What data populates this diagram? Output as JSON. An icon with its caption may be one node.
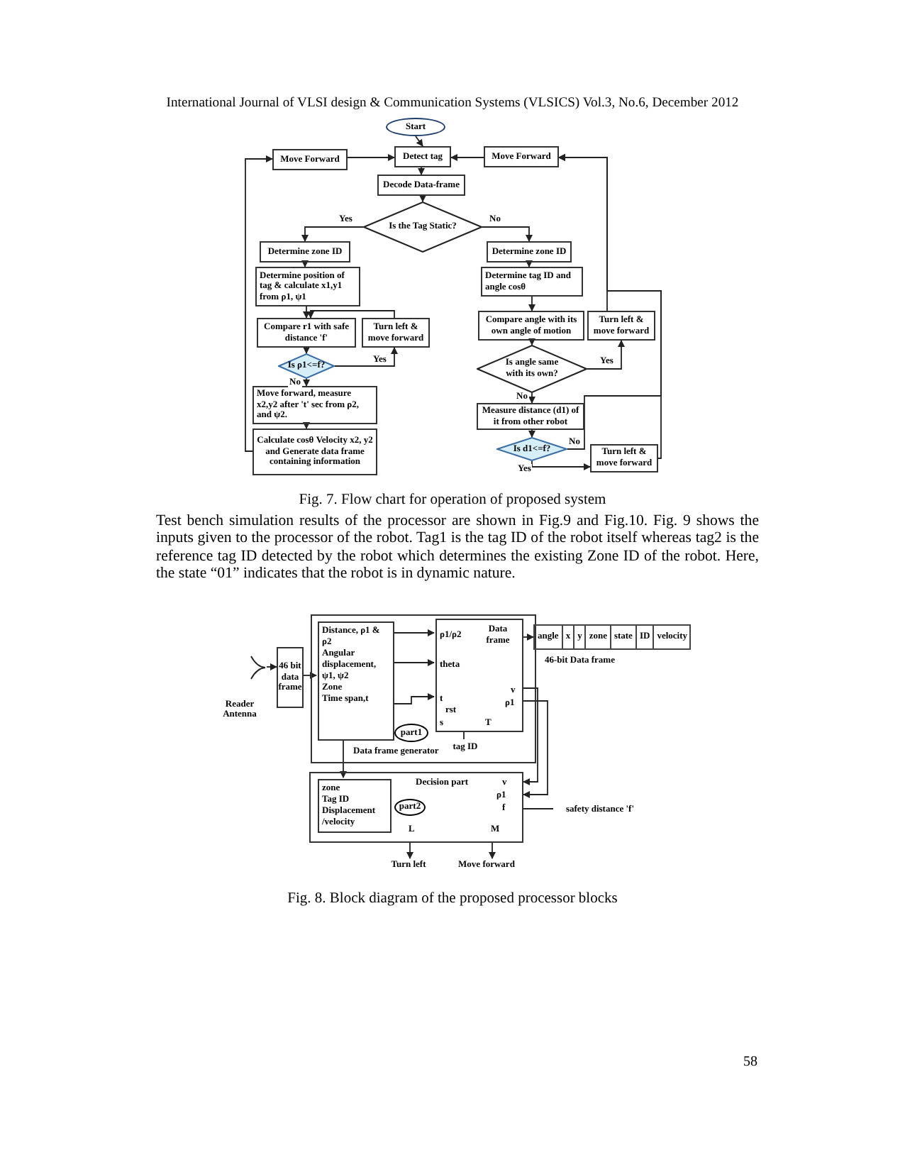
{
  "diagram": {
    "nodes": [
      {
        "text": [
          "Start"
        ]
      },
      {
        "text": [
          "Detect tag"
        ]
      },
      {
        "text": [
          "Move Forward"
        ]
      },
      {
        "text": [
          "Move Forward"
        ]
      },
      {
        "text": [
          "Decode Data-frame"
        ]
      },
      {
        "text": [
          "Is the Tag Static?"
        ]
      },
      {
        "text": [
          "Determine zone ID"
        ]
      },
      {
        "text": [
          "Determine zone ID"
        ]
      },
      {
        "text": [
          "Determine position of tag & calculate x1,y1 from ρ1, ψ1"
        ]
      },
      {
        "text": [
          "Determine tag ID and angle cosθ"
        ]
      },
      {
        "text": [
          "Compare r1 with safe distance 'f'"
        ]
      },
      {
        "text": [
          "Turn left & move forward"
        ]
      },
      {
        "text": [
          "Is ρ1<=f?"
        ]
      },
      {
        "text": [
          "Move forward, measure x2,y2 after 't' sec from ρ2, and ψ2."
        ]
      },
      {
        "text": [
          "Calculate cosθ Velocity x2, y2 and Generate data frame containing information"
        ]
      },
      {
        "text": [
          "Compare angle with its own angle of motion"
        ]
      },
      {
        "text": [
          "Turn left & move forward"
        ]
      },
      {
        "text": [
          "Is angle same with its own?"
        ]
      },
      {
        "text": [
          "Measure distance (d1) of it from other robot"
        ]
      },
      {
        "text": [
          "Is d1<=f?"
        ]
      },
      {
        "text": [
          "Turn left & move forward"
        ]
      },
      {
        "text": [
          "Data frame generator"
        ]
      },
      {
        "text": [
          "Distance, ρ1 & ρ2",
          "Angular displacement, ψ1, ψ2",
          "Zone",
          "Time span,t"
        ],
        "in": 21
      },
      {
        "text": [
          "ρ1/ρ2",
          "Data frame",
          "theta",
          "t",
          "rst",
          "s",
          "T",
          "v",
          "ρ1"
        ],
        "in": 21
      },
      {
        "text": [
          "tag ID"
        ],
        "in": 21
      },
      {
        "text": [
          "part1"
        ],
        "in": 21
      },
      {
        "text": [
          "46 bit data frame"
        ]
      },
      {
        "text": [
          "Reader Antenna"
        ]
      },
      {
        "text": [
          "Decision part",
          "v",
          "ρ1",
          "f",
          "L",
          "M"
        ]
      },
      {
        "text": [
          "zone",
          "Tag ID",
          "Displacement /velocity"
        ],
        "in": 28
      },
      {
        "text": [
          "part2"
        ],
        "in": 28
      },
      {
        "text": [
          "Turn left"
        ]
      },
      {
        "text": [
          "Move forward"
        ]
      },
      {
        "text": [
          "angle",
          "x",
          "y",
          "zone",
          "state",
          "ID",
          "velocity"
        ],
        "beside": [
          "46-bit Data frame"
        ]
      },
      {
        "text": [
          "safety distance 'f'"
        ]
      }
    ],
    "edges": [
      {
        "from": 0,
        "to": 1,
        "arrow": "to"
      },
      {
        "from": 1,
        "to": 4,
        "arrow": "to"
      },
      {
        "from": 4,
        "to": 5,
        "arrow": "to"
      },
      {
        "from": 5,
        "to": 6,
        "arrow": "to",
        "label": "Yes"
      },
      {
        "from": 5,
        "to": 7,
        "arrow": "to",
        "label": "No"
      },
      {
        "from": 6,
        "to": 8,
        "arrow": "to"
      },
      {
        "from": 7,
        "to": 9,
        "arrow": "to"
      },
      {
        "from": 8,
        "to": 10,
        "arrow": "to"
      },
      {
        "from": 10,
        "to": 12,
        "arrow": "to"
      },
      {
        "from": 12,
        "to": 11,
        "arrow": "to",
        "label": "Yes"
      },
      {
        "from": 11,
        "to": 10,
        "arrow": "to"
      },
      {
        "from": 12,
        "to": 13,
        "arrow": "to",
        "label": "No"
      },
      {
        "from": 13,
        "to": 14,
        "arrow": "to"
      },
      {
        "from": 14,
        "to": 2,
        "arrow": "to"
      },
      {
        "from": 2,
        "to": 1,
        "arrow": "to"
      },
      {
        "from": 3,
        "to": 1,
        "arrow": "to"
      },
      {
        "from": 9,
        "to": 15,
        "arrow": "to"
      },
      {
        "from": 15,
        "to": 17,
        "arrow": "to"
      },
      {
        "from": 17,
        "to": 16,
        "arrow": "to",
        "label": "Yes"
      },
      {
        "from": 16,
        "to": 3,
        "arrow": "to"
      },
      {
        "from": 17,
        "to": 18,
        "arrow": "to",
        "label": "No"
      },
      {
        "from": 18,
        "to": 19,
        "arrow": "to"
      },
      {
        "from": 19,
        "to": 3,
        "arrow": "to",
        "label": "No"
      },
      {
        "from": 19,
        "to": 20,
        "arrow": "to",
        "label": "Yes"
      },
      {
        "from": 20,
        "to": 3,
        "arrow": "to"
      },
      {
        "from": 27,
        "to": 26,
        "arrow": "to"
      },
      {
        "from": 26,
        "to": 22,
        "arrow": "to"
      },
      {
        "from": 22,
        "to": 23,
        "arrow": "to"
      },
      {
        "from": 22,
        "to": 23,
        "arrow": "to"
      },
      {
        "from": 22,
        "to": 23,
        "arrow": "to"
      },
      {
        "from": 23,
        "to": 24,
        "arrow": "none"
      },
      {
        "from": 22,
        "to": 29,
        "arrow": "to"
      },
      {
        "from": 28,
        "to": 31,
        "arrow": "to"
      },
      {
        "from": 28,
        "to": 32,
        "arrow": "to"
      },
      {
        "from": 23,
        "to": 33,
        "arrow": "to"
      },
      {
        "from": 23,
        "to": 28,
        "arrow": "to"
      },
      {
        "from": 23,
        "to": 28,
        "arrow": "to"
      },
      {
        "from": 34,
        "to": 28,
        "arrow": "none"
      }
    ],
    "labels": [
      "International Journal of VLSI design & Communication Systems (VLSICS) Vol.3, No.6, December 2012",
      "Fig. 7. Flow chart for operation of proposed system",
      "Test bench simulation results of the processor are shown in Fig.9 and Fig.10. Fig. 9 shows the inputs given to the processor of the robot. Tag1 is the tag ID of the robot itself whereas tag2 is the reference tag ID detected by the robot which determines the existing Zone ID of the robot. Here, the state “01” indicates that the robot is in dynamic nature.",
      "Fig. 8.  Block diagram of the proposed processor blocks",
      "58"
    ]
  }
}
